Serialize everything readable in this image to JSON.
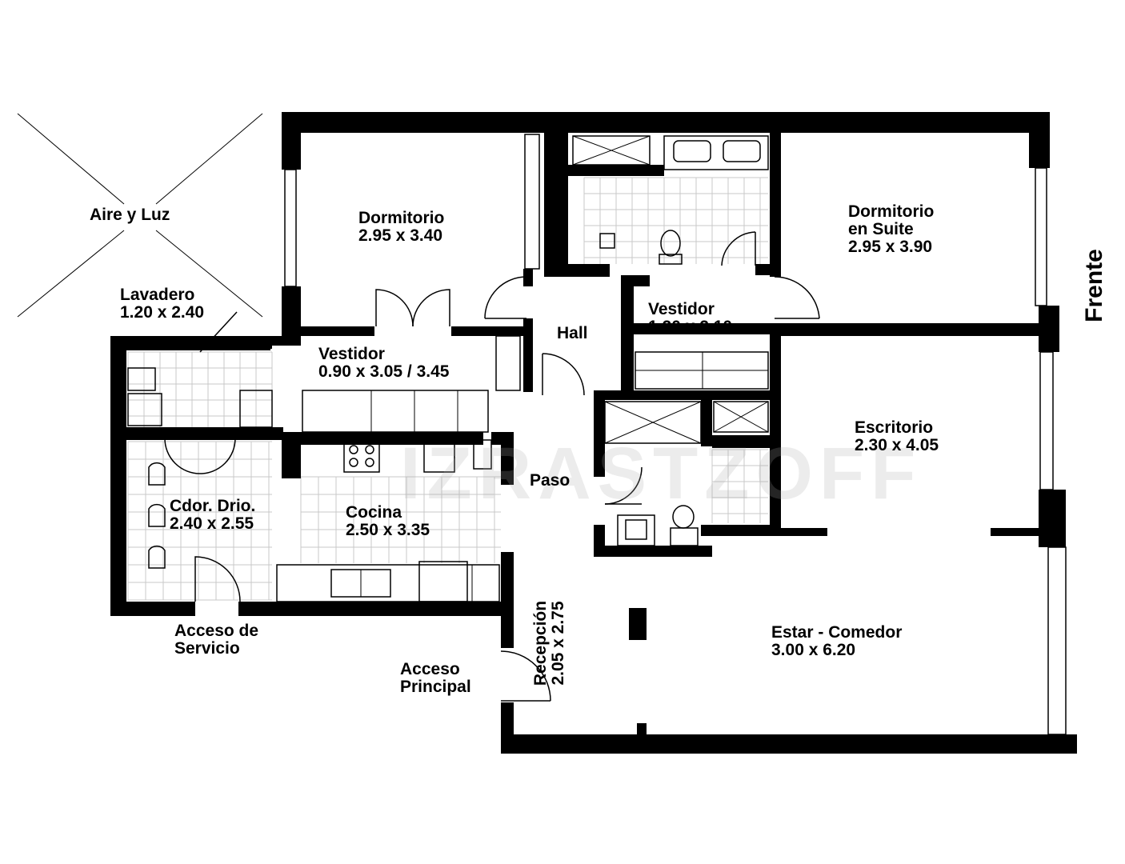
{
  "watermark": "IZRASTZOFF",
  "frente": "Frente",
  "aire_y_luz": "Aire y Luz",
  "rooms": {
    "lavadero": {
      "name": "Lavadero",
      "size": "1.20 x 2.40"
    },
    "dormitorio": {
      "name": "Dormitorio",
      "size": "2.95 x 3.40"
    },
    "dormitorio_suite": {
      "name": "Dormitorio",
      "name2": "en Suite",
      "size": "2.95 x 3.90"
    },
    "vestidor_1": {
      "name": "Vestidor",
      "size": "0.90 x 3.05 / 3.45"
    },
    "vestidor_2": {
      "name": "Vestidor",
      "size": "1.20 x 2.10"
    },
    "hall": {
      "name": "Hall"
    },
    "paso": {
      "name": "Paso"
    },
    "escritorio": {
      "name": "Escritorio",
      "size": "2.30 x 4.05"
    },
    "cdor": {
      "name": "Cdor. Drio.",
      "size": "2.40 x 2.55"
    },
    "cocina": {
      "name": "Cocina",
      "size": "2.50 x 3.35"
    },
    "recepcion": {
      "name": "Recepción",
      "size": "2.05 x 2.75"
    },
    "estar": {
      "name": "Estar - Comedor",
      "size": "3.00 x 6.20"
    }
  },
  "accesses": {
    "servicio": {
      "line1": "Acceso de",
      "line2": "Servicio"
    },
    "principal": {
      "line1": "Acceso",
      "line2": "Principal"
    }
  }
}
